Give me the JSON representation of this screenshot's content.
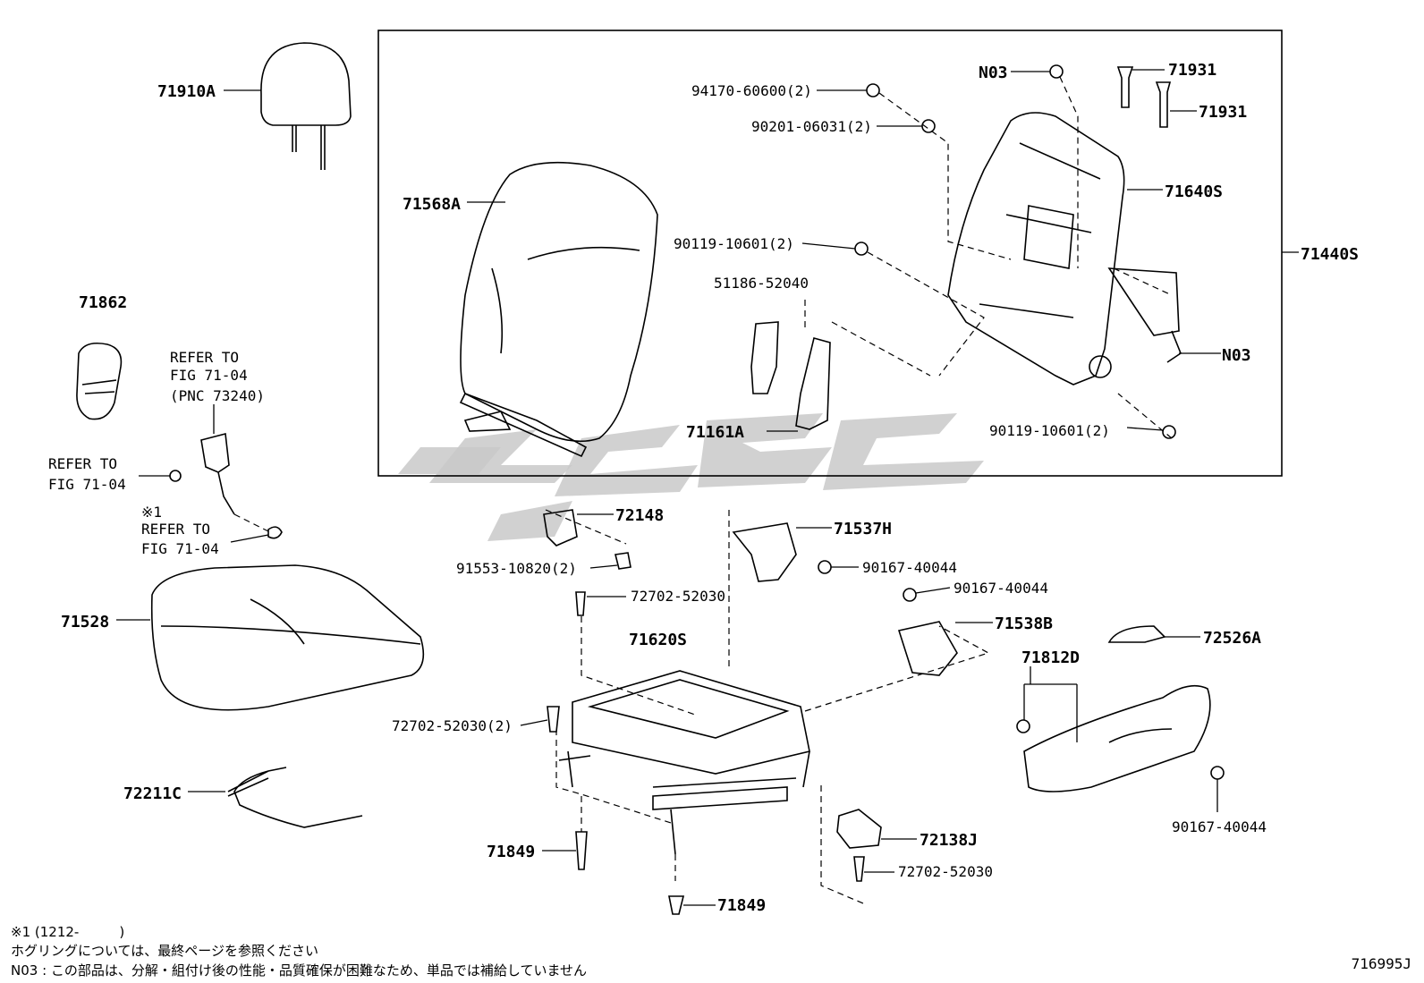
{
  "diagram": {
    "labels": {
      "p71910A": "71910A",
      "p71568A": "71568A",
      "p71862": "71862",
      "refer1_l1": "REFER TO",
      "refer1_l2": "FIG 71-04",
      "refer1_l3": "(PNC 73240)",
      "refer2_l1": "REFER TO",
      "refer2_l2": "FIG 71-04",
      "star1": "※1",
      "refer3_l1": "REFER TO",
      "refer3_l2": "FIG 71-04",
      "p71528": "71528",
      "p72211C": "72211C",
      "p94170": "94170-60600(2)",
      "p90201": "90201-06031(2)",
      "p90119a": "90119-10601(2)",
      "p51186": "51186-52040",
      "p71161A": "71161A",
      "pN03a": "N03",
      "p71931a": "71931",
      "p71931b": "71931",
      "p71640S": "71640S",
      "p71440S": "71440S",
      "pN03b": "N03",
      "p90119b": "90119-10601(2)",
      "p72148": "72148",
      "p91553": "91553-10820(2)",
      "p72702a": "72702-52030",
      "p71620S": "71620S",
      "p72702b": "72702-52030(2)",
      "p71849a": "71849",
      "p71849b": "71849",
      "p71537H": "71537H",
      "p90167a": "90167-40044",
      "p90167b": "90167-40044",
      "p71538B": "71538B",
      "p72526A": "72526A",
      "p71812D": "71812D",
      "p90167c": "90167-40044",
      "p72138J": "72138J",
      "p72702c": "72702-52030"
    }
  },
  "footer": {
    "note1": "※1 (1212-　　　)",
    "note2": "ホグリングについては、最終ページを参照ください",
    "note3": "N03 : この部品は、分解・組付け後の性能・品質確保が困難なため、単品では補給していません",
    "figure_code": "716995J"
  },
  "watermark": {
    "color": "#c9c9c9"
  }
}
